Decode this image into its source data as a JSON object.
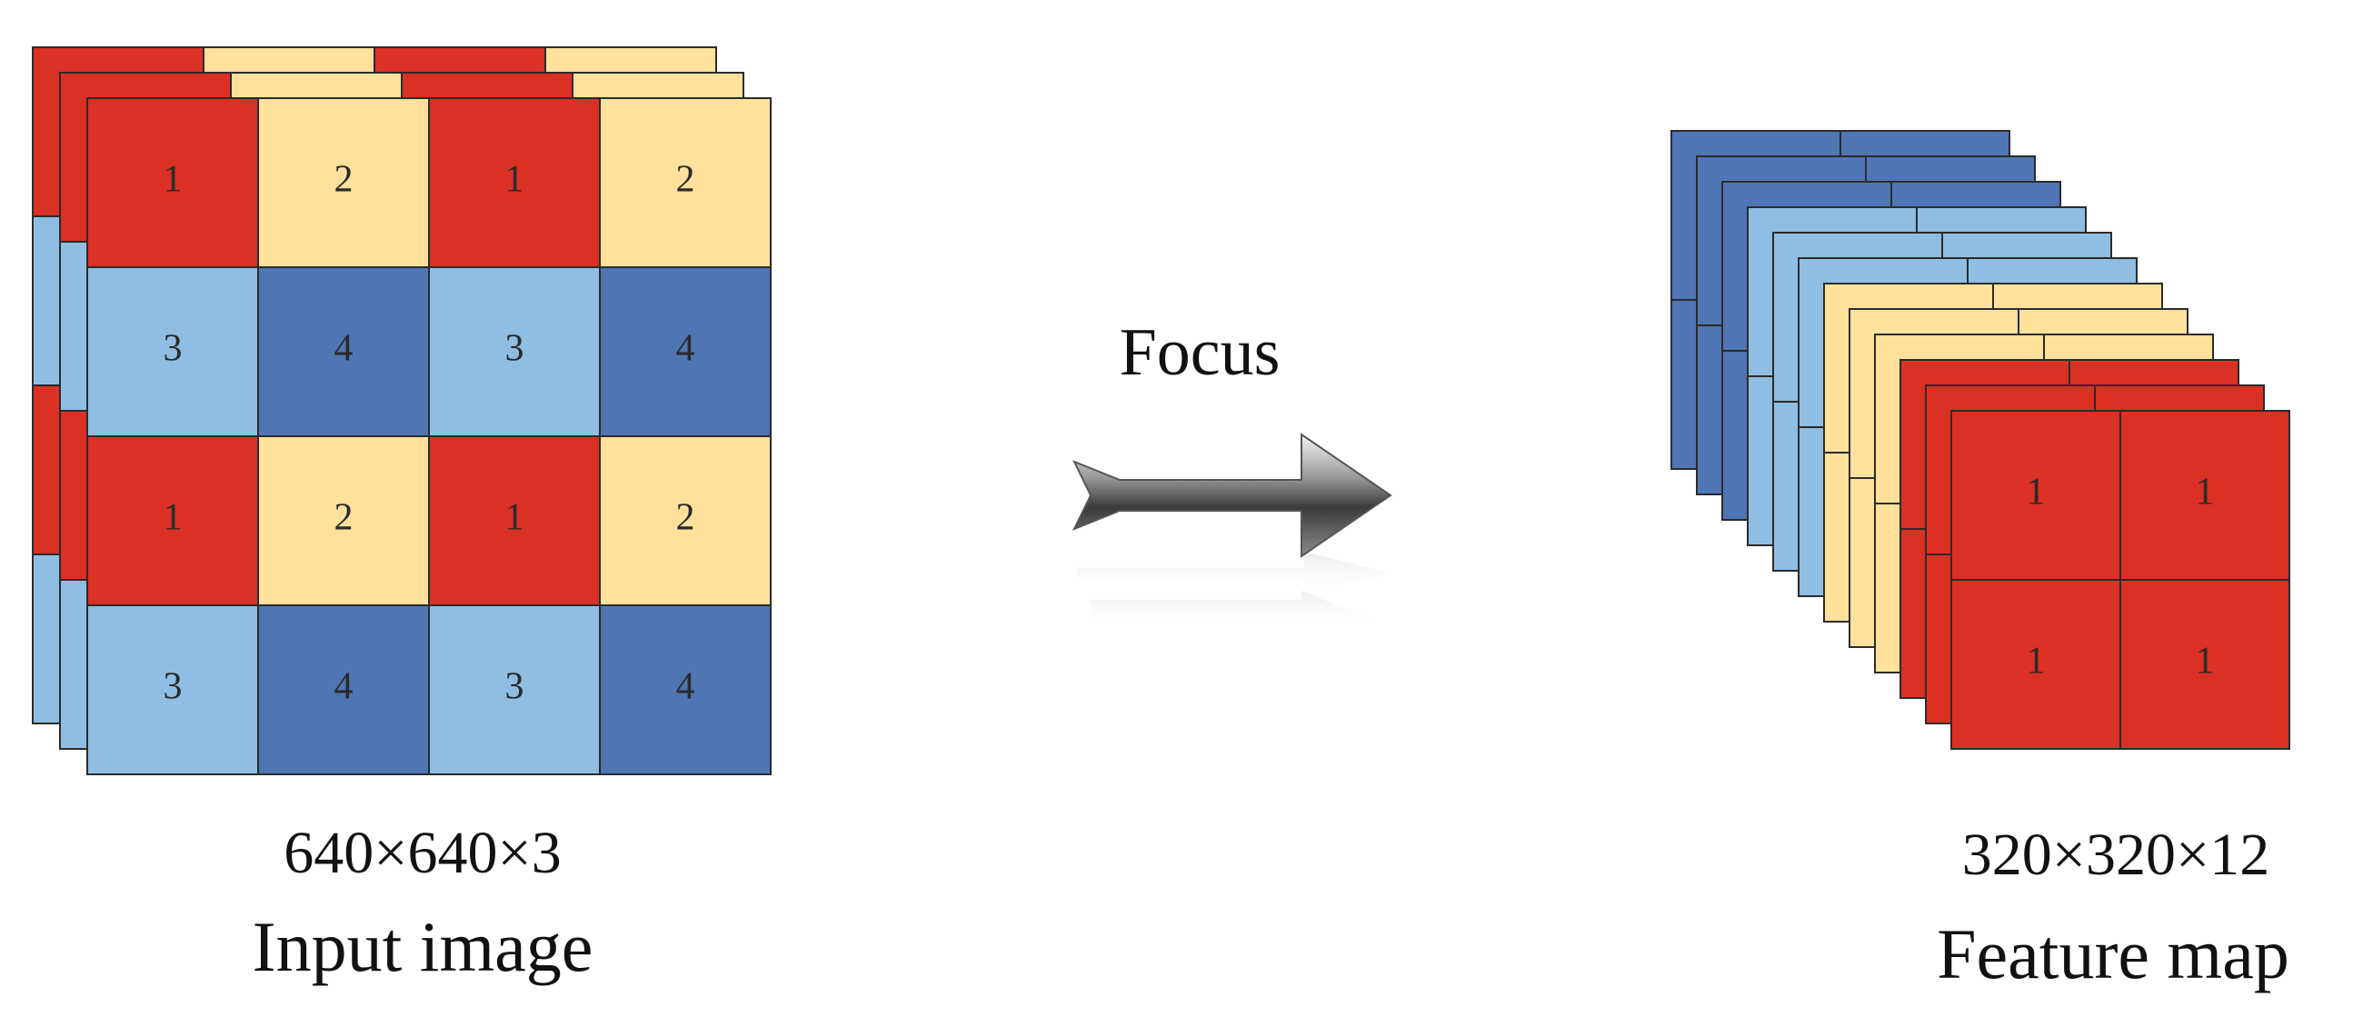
{
  "colors": {
    "red": "#DB3024",
    "yellow": "#FFE19C",
    "light_blue": "#8FBEE2",
    "dark_blue": "#4F75B4",
    "border": "#2b2b2b"
  },
  "input": {
    "grid": [
      [
        "1",
        "2",
        "1",
        "2"
      ],
      [
        "3",
        "4",
        "3",
        "4"
      ],
      [
        "1",
        "2",
        "1",
        "2"
      ],
      [
        "3",
        "4",
        "3",
        "4"
      ]
    ],
    "dims_label": "640×640×3",
    "title_label": "Input image"
  },
  "arrow": {
    "label": "Focus",
    "icon": "right-arrow-icon"
  },
  "output": {
    "slice_colors": [
      "dark_blue",
      "dark_blue",
      "dark_blue",
      "light_blue",
      "light_blue",
      "light_blue",
      "yellow",
      "yellow",
      "yellow",
      "red",
      "red",
      "red"
    ],
    "front_grid": [
      [
        "1",
        "1"
      ],
      [
        "1",
        "1"
      ]
    ],
    "dims_label": "320×320×12",
    "title_label": "Feature map"
  }
}
